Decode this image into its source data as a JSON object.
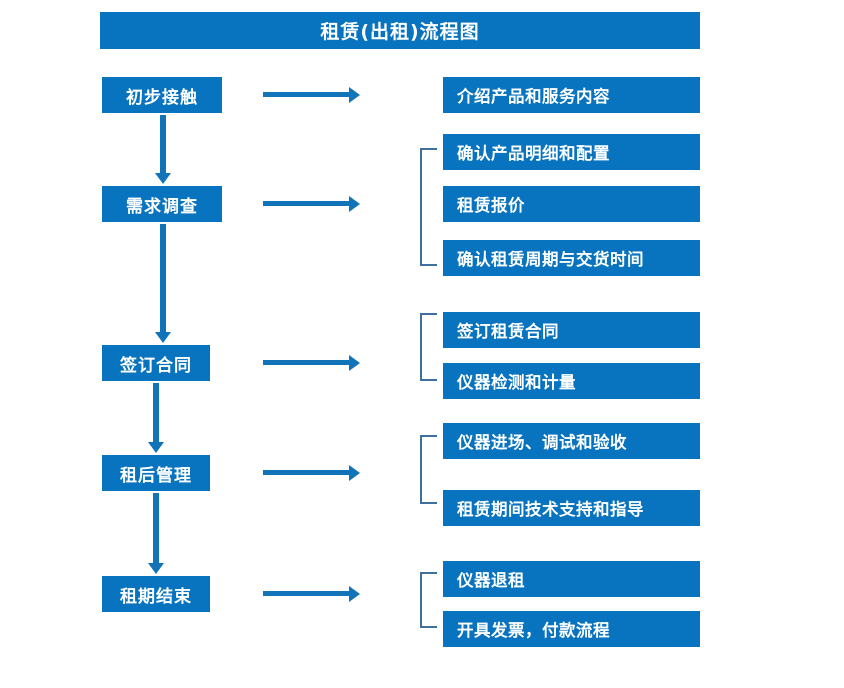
{
  "title": "租赁(出租)流程图",
  "colors": {
    "box_blue": "#0873be",
    "arrow_blue": "#1173b8",
    "bracket_blue": "#3f6f9f",
    "text_white": "#ffffff",
    "background": "#ffffff"
  },
  "stages": [
    {
      "label": "初步接触"
    },
    {
      "label": "需求调查"
    },
    {
      "label": "签订合同"
    },
    {
      "label": "租后管理"
    },
    {
      "label": "租期结束"
    }
  ],
  "details": [
    {
      "label": "介绍产品和服务内容"
    },
    {
      "label": "确认产品明细和配置"
    },
    {
      "label": "租赁报价"
    },
    {
      "label": "确认租赁周期与交货时间"
    },
    {
      "label": "签订租赁合同"
    },
    {
      "label": "仪器检测和计量"
    },
    {
      "label": "仪器进场、调试和验收"
    },
    {
      "label": "租赁期间技术支持和指导"
    },
    {
      "label": "仪器退租"
    },
    {
      "label": "开具发票，付款流程"
    }
  ],
  "chart_data": {
    "type": "diagram",
    "diagram_type": "flowchart",
    "title": "租赁(出租)流程图",
    "orientation": "vertical-with-right-branches",
    "nodes": [
      {
        "id": "s1",
        "label": "初步接触",
        "column": "left",
        "order": 1
      },
      {
        "id": "s2",
        "label": "需求调查",
        "column": "left",
        "order": 2
      },
      {
        "id": "s3",
        "label": "签订合同",
        "column": "left",
        "order": 3
      },
      {
        "id": "s4",
        "label": "租后管理",
        "column": "left",
        "order": 4
      },
      {
        "id": "s5",
        "label": "租期结束",
        "column": "left",
        "order": 5
      },
      {
        "id": "d1",
        "label": "介绍产品和服务内容",
        "column": "right",
        "parent": "s1"
      },
      {
        "id": "d2",
        "label": "确认产品明细和配置",
        "column": "right",
        "parent": "s2"
      },
      {
        "id": "d3",
        "label": "租赁报价",
        "column": "right",
        "parent": "s2"
      },
      {
        "id": "d4",
        "label": "确认租赁周期与交货时间",
        "column": "right",
        "parent": "s2"
      },
      {
        "id": "d5",
        "label": "签订租赁合同",
        "column": "right",
        "parent": "s3"
      },
      {
        "id": "d6",
        "label": "仪器检测和计量",
        "column": "right",
        "parent": "s3"
      },
      {
        "id": "d7",
        "label": "仪器进场、调试和验收",
        "column": "right",
        "parent": "s4"
      },
      {
        "id": "d8",
        "label": "租赁期间技术支持和指导",
        "column": "right",
        "parent": "s4"
      },
      {
        "id": "d9",
        "label": "仪器退租",
        "column": "right",
        "parent": "s5"
      },
      {
        "id": "d10",
        "label": "开具发票，付款流程",
        "column": "right",
        "parent": "s5"
      }
    ],
    "edges": [
      {
        "from": "s1",
        "to": "s2",
        "type": "arrow-down"
      },
      {
        "from": "s2",
        "to": "s3",
        "type": "arrow-down"
      },
      {
        "from": "s3",
        "to": "s4",
        "type": "arrow-down"
      },
      {
        "from": "s4",
        "to": "s5",
        "type": "arrow-down"
      },
      {
        "from": "s1",
        "to": "d1",
        "type": "arrow-right"
      },
      {
        "from": "s2",
        "to": "d2",
        "type": "arrow-right-bracket"
      },
      {
        "from": "s3",
        "to": "d5",
        "type": "arrow-right-bracket"
      },
      {
        "from": "s4",
        "to": "d7",
        "type": "arrow-right-bracket"
      },
      {
        "from": "s5",
        "to": "d9",
        "type": "arrow-right-bracket"
      }
    ],
    "brackets": [
      {
        "groups": [
          "d2",
          "d3",
          "d4"
        ]
      },
      {
        "groups": [
          "d5",
          "d6"
        ]
      },
      {
        "groups": [
          "d7",
          "d8"
        ]
      },
      {
        "groups": [
          "d9",
          "d10"
        ]
      }
    ]
  }
}
